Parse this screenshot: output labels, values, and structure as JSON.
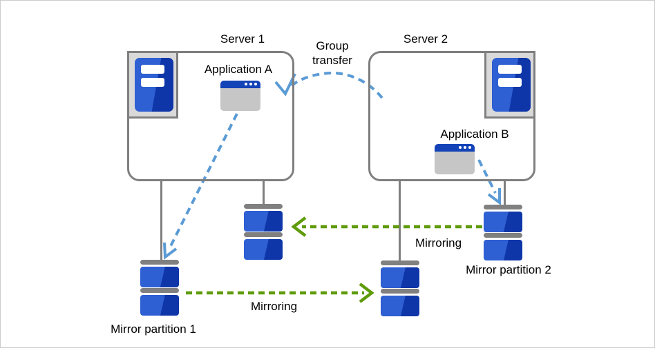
{
  "diagram": {
    "servers": [
      {
        "label": "Server 1",
        "app_label": "Application A"
      },
      {
        "label": "Server 2",
        "app_label": "Application B"
      }
    ],
    "group_transfer_label": "Group transfer",
    "mirroring_label": "Mirroring",
    "partitions": [
      {
        "label": "Mirror partition 1"
      },
      {
        "label": "Mirror partition 2"
      }
    ],
    "icons": {
      "server": "server-tower-icon",
      "application": "app-window-icon",
      "disk": "disk-stack-icon"
    }
  },
  "theme": {
    "canvas_bg": "#FFFFFF",
    "canvas_border": "#CBCBCB",
    "box_border": "#7F7F7F",
    "icon_frame": "#D9D9D9",
    "blue_light": "#2E5FD3",
    "blue_dark": "#0E36A8",
    "titlebar_blue": "#1443B8",
    "window_body": "#C6C6C6",
    "disk_cap": "#808080",
    "arrow_blue": "#5B9BD5",
    "arrow_green": "#5F9B0A",
    "text": "#000000"
  }
}
